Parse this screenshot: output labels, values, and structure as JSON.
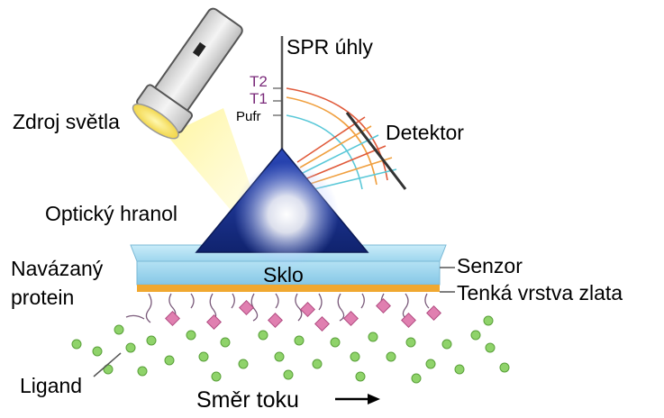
{
  "labels": {
    "spr_angles": "SPR úhly",
    "t2": "T2",
    "t1": "T1",
    "buffer": "Pufr",
    "light_source": "Zdroj světla",
    "detector": "Detektor",
    "prism": "Optický hranol",
    "bound_protein_line1": "Navázaný",
    "bound_protein_line2": "protein",
    "glass": "Sklo",
    "sensor": "Senzor",
    "gold_layer": "Tenká vrstva zlata",
    "ligand": "Ligand",
    "flow_direction": "Směr toku"
  },
  "colors": {
    "prism": "#1a2f8f",
    "glass": "#a6d9ef",
    "gold": "#f0a830",
    "ligand": "#8fd36a",
    "protein": "#e07fb0",
    "t_label": "#7a2a7a",
    "ray_red": "#e05a3a",
    "ray_orange": "#f0a040",
    "ray_cyan": "#5ac8d8"
  },
  "icons": {
    "light_source": "flashlight-icon",
    "detector": "detector-plate-icon",
    "ligand": "ligand-dot-icon",
    "protein": "protein-diamond-icon"
  }
}
